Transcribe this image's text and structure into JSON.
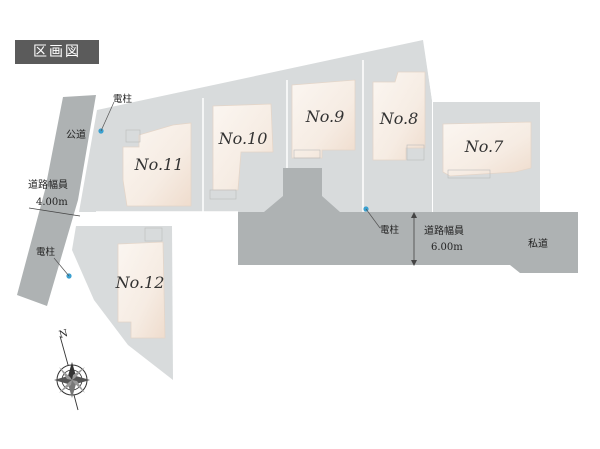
{
  "title": "区画図",
  "lots": [
    {
      "id": "lot-11",
      "label": "No.11"
    },
    {
      "id": "lot-10",
      "label": "No.10"
    },
    {
      "id": "lot-9",
      "label": "No.9"
    },
    {
      "id": "lot-8",
      "label": "No.8"
    },
    {
      "id": "lot-7",
      "label": "No.7"
    },
    {
      "id": "lot-12",
      "label": "No.12"
    }
  ],
  "roads": {
    "public_road": "公道",
    "west_width_label": "道路幅員",
    "west_width_value": "4.00m",
    "east_width_label": "道路幅員",
    "east_width_value": "6.00m",
    "private_road": "私道"
  },
  "poles": {
    "top": "電柱",
    "middle": "電柱",
    "left": "電柱"
  },
  "compass": {
    "north": "N"
  },
  "colors": {
    "lot_fill": "#d8dbdc",
    "road_fill": "#aeb2b3",
    "house_fill": "#f7eee6",
    "title_bg": "#5b5b5b",
    "pole": "#3aa0d0"
  }
}
